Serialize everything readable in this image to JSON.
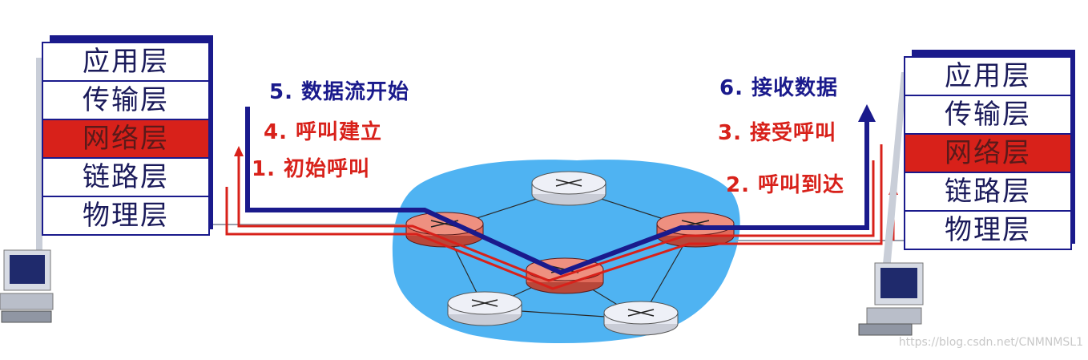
{
  "left_stack": {
    "layers": [
      "应用层",
      "传输层",
      "网络层",
      "链路层",
      "物理层"
    ],
    "highlight_index": 2
  },
  "right_stack": {
    "layers": [
      "应用层",
      "传输层",
      "网络层",
      "链路层",
      "物理层"
    ],
    "highlight_index": 2
  },
  "steps": {
    "s5": "5. 数据流开始",
    "s4": "4. 呼叫建立",
    "s1": "1. 初始呼叫",
    "s6": "6. 接收数据",
    "s3": "3. 接受呼叫",
    "s2": "2. 呼叫到达"
  },
  "watermark": "https://blog.csdn.net/CNMNMSL1",
  "colors": {
    "data_path": "#1a1a8c",
    "signal_path": "#d8211a",
    "network_cloud": "#4fb3f2",
    "router_active": "#e06a5a",
    "router_idle": "#e6e9f2"
  }
}
